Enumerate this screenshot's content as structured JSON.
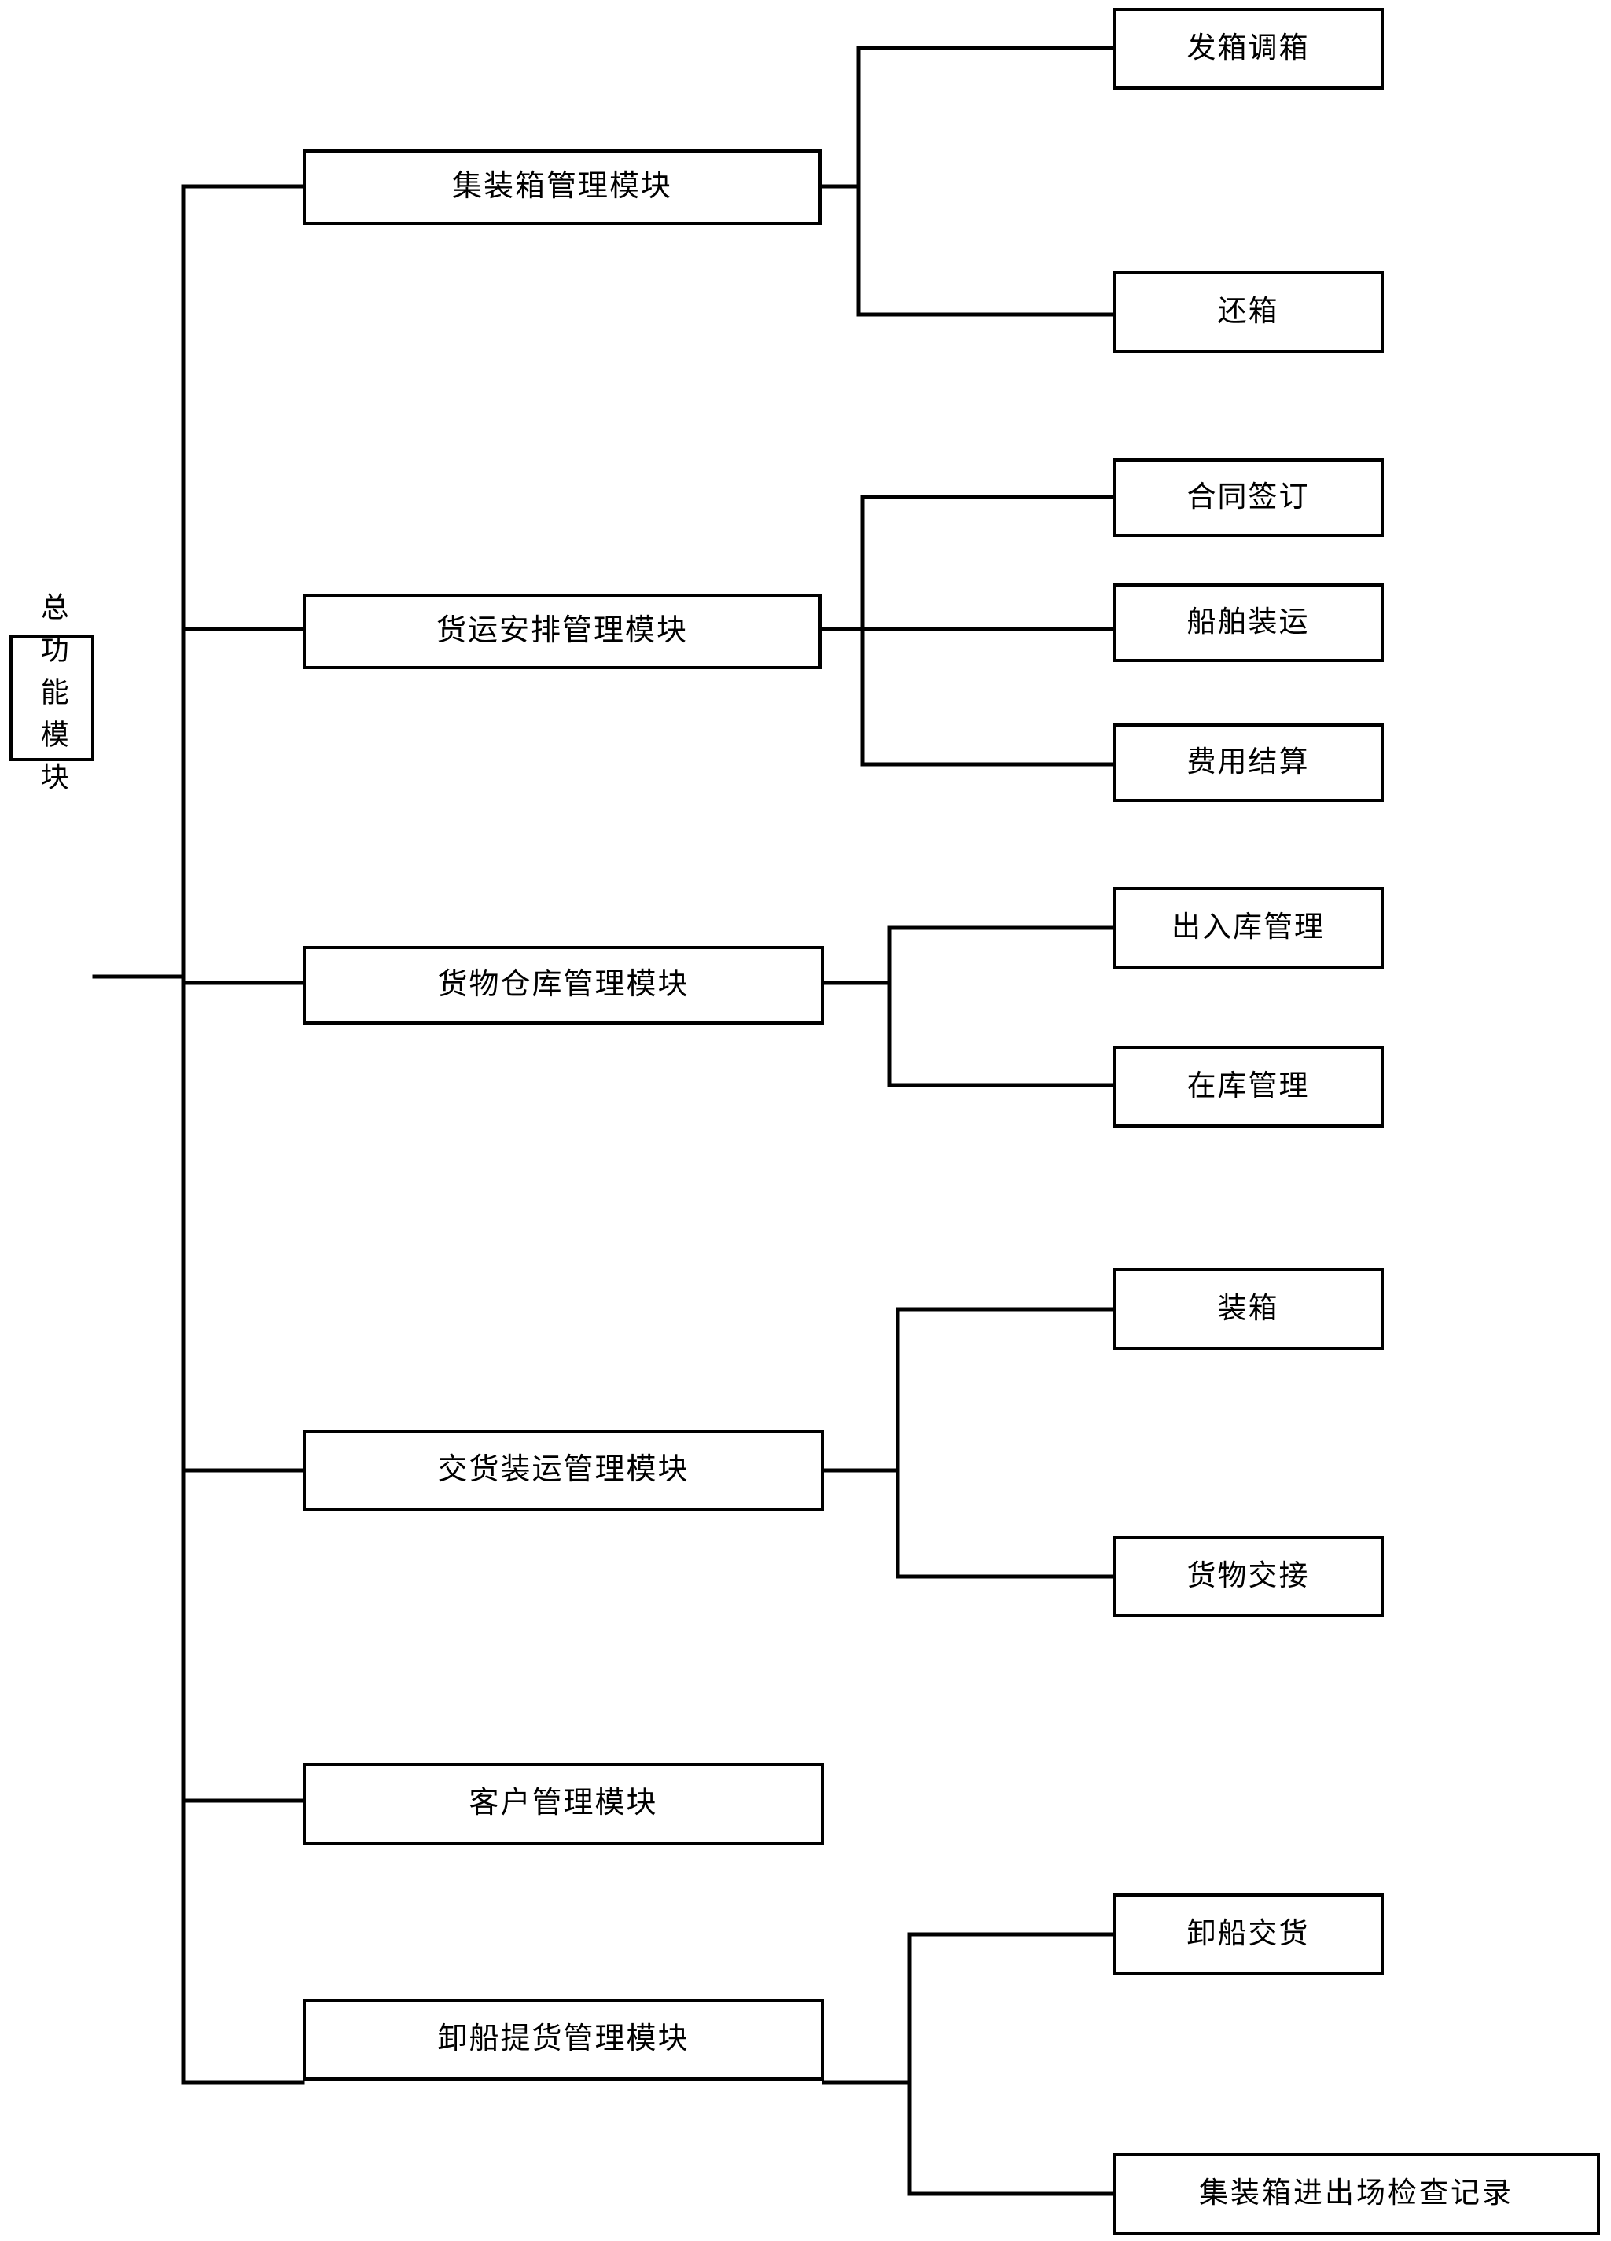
{
  "diagram": {
    "type": "tree-hierarchy",
    "orientation": "left-to-right",
    "title_text": "总功能模块",
    "line_color": "#000000",
    "box_border_color": "#000000",
    "box_fill_color": "#ffffff",
    "background_color": "#ffffff"
  },
  "root": {
    "label": "总功能模块",
    "orientation": "vertical-text"
  },
  "modules": [
    {
      "label": "集装箱管理模块",
      "children": [
        {
          "label": "发箱调箱"
        },
        {
          "label": "还箱"
        }
      ]
    },
    {
      "label": "货运安排管理模块",
      "children": [
        {
          "label": "合同签订"
        },
        {
          "label": "船舶装运"
        },
        {
          "label": "费用结算"
        }
      ]
    },
    {
      "label": "货物仓库管理模块",
      "children": [
        {
          "label": "出入库管理"
        },
        {
          "label": "在库管理"
        }
      ]
    },
    {
      "label": "交货装运管理模块",
      "children": [
        {
          "label": "装箱"
        },
        {
          "label": "货物交接"
        }
      ]
    },
    {
      "label": "客户管理模块",
      "children": []
    },
    {
      "label": "卸船提货管理模块",
      "children": [
        {
          "label": "卸船交货"
        },
        {
          "label": "集装箱进出场检查记录"
        }
      ]
    }
  ]
}
